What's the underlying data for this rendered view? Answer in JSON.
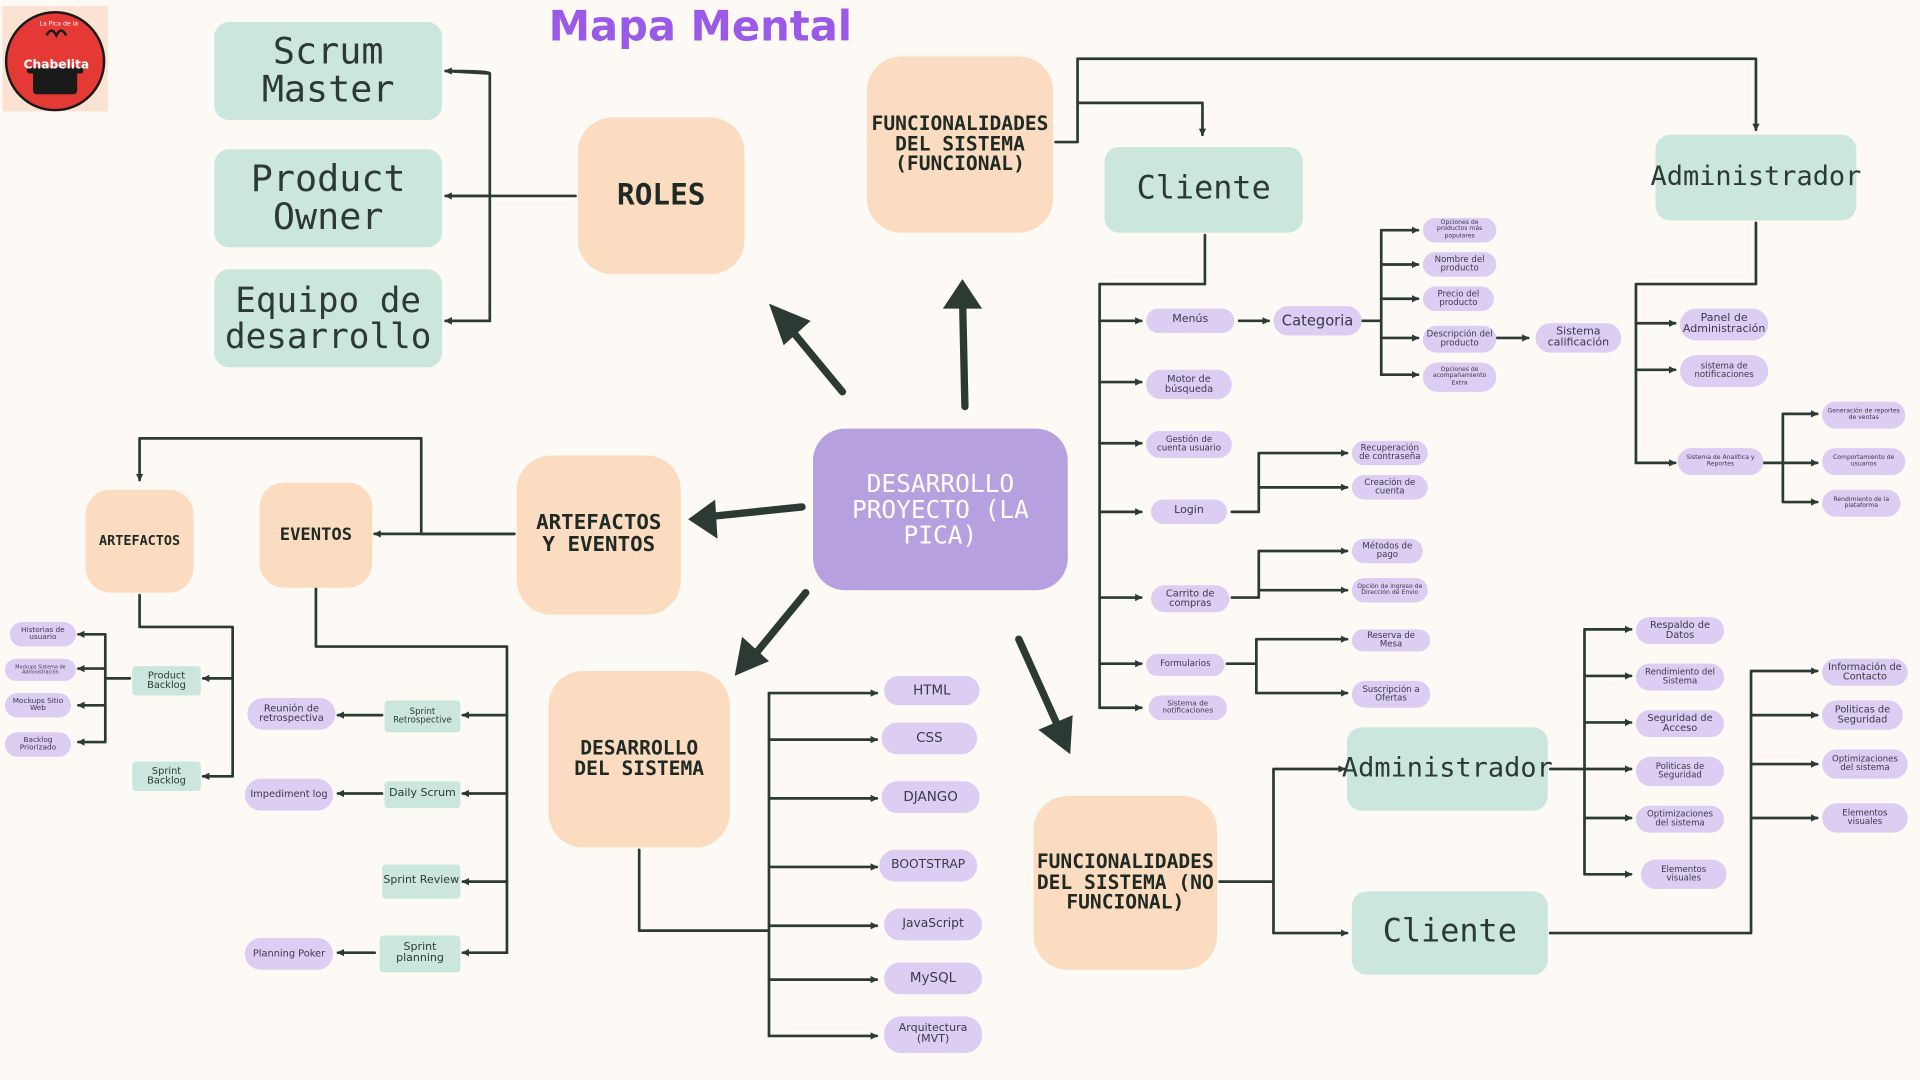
{
  "title": "Mapa Mental",
  "logo": {
    "text": "Chabelita",
    "small_text": "La Pica de la",
    "color": "#e53935",
    "icon": "cooking-pot-icon"
  },
  "center": "DESARROLLO PROYECTO (LA PICA)",
  "roles": {
    "label": "ROLES",
    "items": [
      "Scrum Master",
      "Product Owner",
      "Equipo de desarrollo"
    ]
  },
  "funcional": {
    "label": "FUNCIONALIDADES DEL SISTEMA (FUNCIONAL)",
    "cliente": {
      "label": "Cliente",
      "menus": "Menús",
      "categoria": "Categoria",
      "cat_items": [
        "Opciones de productos más populares",
        "Nombre del producto",
        "Precio del producto",
        "Descripción del producto",
        "Opciones de acompañamiento Extra"
      ],
      "calificacion": "Sistema calificación",
      "motor": "Motor de búsqueda",
      "gestion": "Gestión de cuenta usuario",
      "login": "Login",
      "login_items": [
        "Recuperación de contraseña",
        "Creación de cuenta"
      ],
      "carrito": "Carrito de compras",
      "carrito_items": [
        "Métodos de pago",
        "Opción de ingreso de Dirección de Envio"
      ],
      "formularios": "Formularios",
      "form_items": [
        "Reserva de Mesa",
        "Suscripción a Ofertas"
      ],
      "notificaciones": "Sistema de notificaciones"
    },
    "admin": {
      "label": "Administrador",
      "panel": "Panel de Administración",
      "notif": "sistema de notificaciones",
      "analitica": "Sistema de Analítica y Reportes",
      "analitica_items": [
        "Generación de reportes de ventas",
        "Comportamiento de usuarios",
        "Rendimiento de la plataforma"
      ]
    }
  },
  "no_funcional": {
    "label": "FUNCIONALIDADES DEL SISTEMA (NO FUNCIONAL)",
    "admin": {
      "label": "Administrador",
      "items": [
        "Respaldo de Datos",
        "Rendimiento del Sistema",
        "Seguridad de Acceso",
        "Politicas de Seguridad",
        "Optimizaciones del sistema",
        "Elementos visuales"
      ]
    },
    "cliente": {
      "label": "Cliente",
      "items": [
        "Información de Contacto",
        "Politicas de Seguridad",
        "Optimizaciones del sistema",
        "Elementos visuales"
      ]
    }
  },
  "desarrollo": {
    "label": "DESARROLLO DEL SISTEMA",
    "items": [
      "HTML",
      "CSS",
      "DJANGO",
      "BOOTSTRAP",
      "JavaScript",
      "MySQL",
      "Arquitectura (MVT)"
    ]
  },
  "artefactos_eventos": {
    "label": "ARTEFACTOS Y EVENTOS",
    "artefactos": {
      "label": "ARTEFACTOS",
      "product_backlog": "Product Backlog",
      "sprint_backlog": "Sprint Backlog",
      "pb_items": [
        "Historias de usuario",
        "Mockups Sistema de Administración",
        "Mockups Sitio Web",
        "Backlog Priorizado"
      ]
    },
    "eventos": {
      "label": "EVENTOS",
      "items": [
        "Sprint Retrospective",
        "Daily Scrum",
        "Sprint Review",
        "Sprint planning"
      ],
      "outputs": [
        "Reunión de retrospectiva",
        "Impediment log",
        "Planning Poker"
      ]
    }
  },
  "colors": {
    "teal": "#cbe6dd",
    "peach": "#fbdcc1",
    "purple": "#b6a0e0",
    "pill": "#dccdf2",
    "line": "#2b3b33",
    "title": "#9b59e8"
  }
}
